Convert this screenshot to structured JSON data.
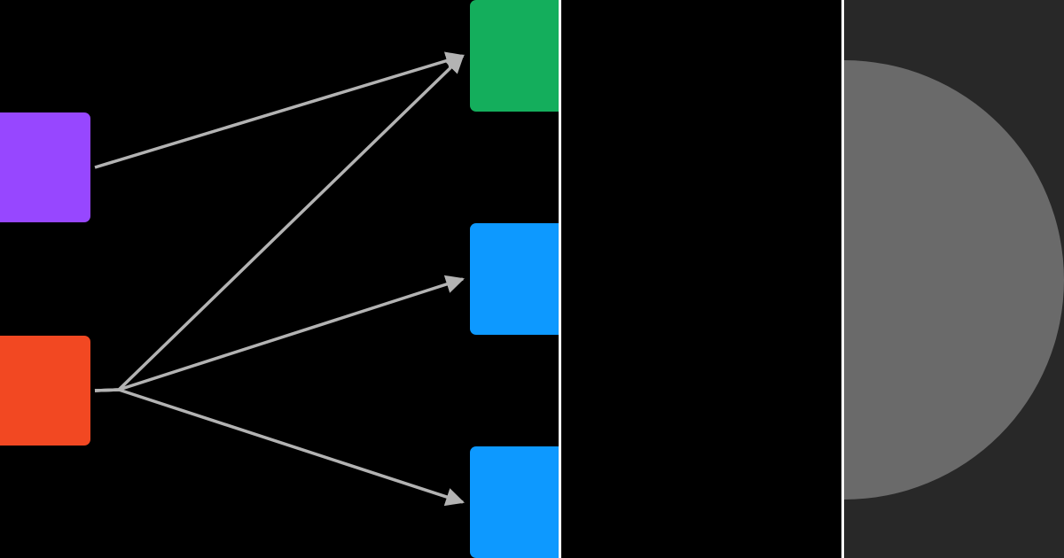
{
  "diagram": {
    "nodes": [
      {
        "id": "source-purple",
        "color": "#9747FF"
      },
      {
        "id": "source-orange",
        "color": "#F24822"
      },
      {
        "id": "target-green",
        "color": "#14AE5C"
      },
      {
        "id": "target-blue-1",
        "color": "#0D99FF"
      },
      {
        "id": "target-blue-2",
        "color": "#0D99FF"
      }
    ],
    "edges": [
      {
        "from": "source-purple",
        "to": "target-green"
      },
      {
        "from": "source-orange",
        "to": "target-green"
      },
      {
        "from": "source-orange",
        "to": "target-blue-1"
      },
      {
        "from": "source-orange",
        "to": "target-blue-2"
      }
    ],
    "edge_color": "#B3B3B3",
    "background": "#000000"
  },
  "side_panels": {
    "divider_color": "#FFFFFF",
    "right_panel_background": "#282828",
    "right_shape_color": "#6A6A6A"
  }
}
